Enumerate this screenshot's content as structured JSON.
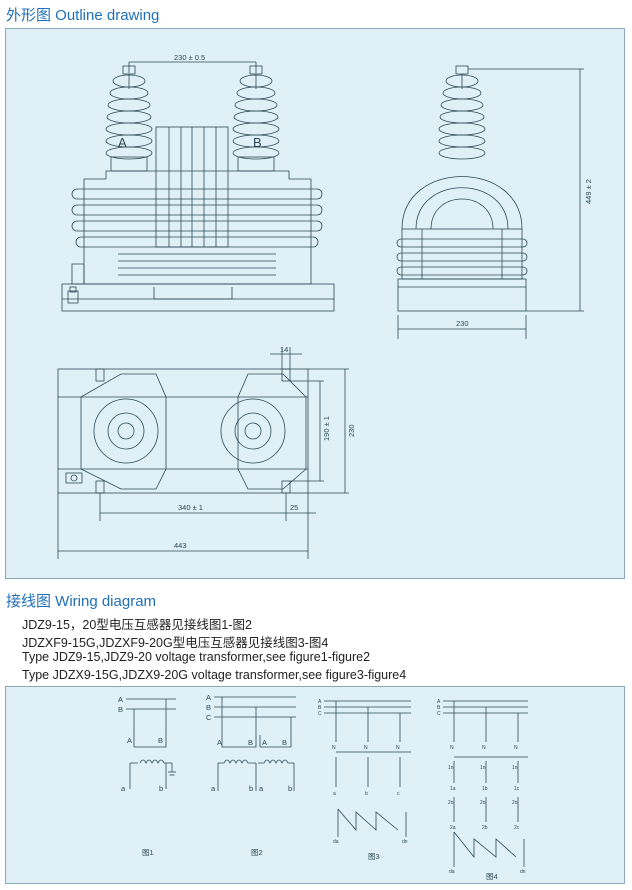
{
  "outline_section": {
    "heading": "外形图 Outline drawing",
    "dims": {
      "top_spacing": "230 ± 0.5",
      "height": "449 ± 2",
      "side_width": "230",
      "slot_width": "14",
      "mount_span": "190 ± 1",
      "base_depth": "230",
      "mount_length": "340 ± 1",
      "edge_offset": "25",
      "overall_length": "443"
    },
    "terminal_a": "A",
    "terminal_b": "B"
  },
  "wiring_section": {
    "heading": "接线图 Wiring diagram",
    "lines": [
      "JDZ9-15，20型电压互感器见接线图1-图2",
      "JDZXF9-15G,JDZXF9-20G型电压互感器见接线图3-图4",
      "Type JDZ9-15,JDZ9-20 voltage transformer,see figure1-figure2",
      "Type JDZX9-15G,JDZX9-20G voltage transformer,see figure3-figure4"
    ]
  },
  "figures": {
    "fig1": {
      "caption": "图1",
      "bus_a": "A",
      "bus_b": "B",
      "hv_a": "A",
      "hv_b": "B",
      "lv_a": "a",
      "lv_b": "b"
    },
    "fig2": {
      "caption": "图2",
      "bus_a": "A",
      "bus_b": "B",
      "bus_c": "C",
      "hv_labels": [
        "A",
        "B",
        "A",
        "B"
      ],
      "lv_labels": [
        "a",
        "b",
        "a",
        "b"
      ]
    },
    "fig3": {
      "caption": "图3",
      "bus_a": "A",
      "bus_b": "B",
      "bus_c": "C",
      "n_labels": [
        "N",
        "N",
        "N"
      ],
      "lv_labels": [
        "a",
        "b",
        "c"
      ],
      "open_delta": [
        "da",
        "dn"
      ]
    },
    "fig4": {
      "caption": "图4",
      "bus_a": "A",
      "bus_b": "B",
      "bus_c": "C",
      "n_labels": [
        "N",
        "N",
        "N"
      ],
      "lv1_top": [
        "1n",
        "1n",
        "1n"
      ],
      "lv1_bottom": [
        "1a",
        "1b",
        "1c"
      ],
      "lv2_top": [
        "2n",
        "2n",
        "2n"
      ],
      "lv2_bottom": [
        "2a",
        "2b",
        "2c"
      ],
      "open_delta": [
        "da",
        "dn"
      ]
    }
  },
  "colors": {
    "accent": "#1f6fb8",
    "panel_bg": "#dff0f7",
    "drawing_line": "#2b4a57"
  }
}
